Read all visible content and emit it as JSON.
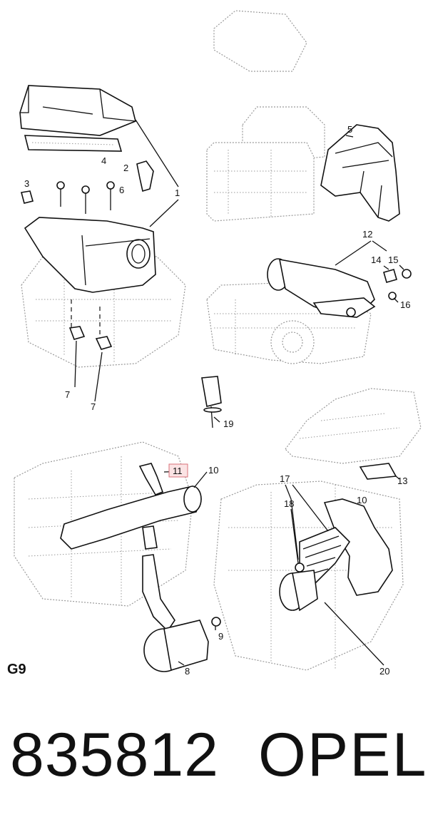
{
  "diagram": {
    "group_code": "G9",
    "callouts": {
      "c1": "1",
      "c2": "2",
      "c3": "3",
      "c4": "4",
      "c5": "5",
      "c6": "6",
      "c7a": "7",
      "c7b": "7",
      "c8": "8",
      "c9": "9",
      "c10a": "10",
      "c10b": "10",
      "c11": "11",
      "c12": "12",
      "c13": "13",
      "c14": "14",
      "c15": "15",
      "c16": "16",
      "c17": "17",
      "c18": "18",
      "c19": "19",
      "c20": "20"
    },
    "highlighted_callout": "11",
    "highlight_color": "#fbe3e4"
  },
  "footer": {
    "part_number": "835812",
    "brand": "OPEL"
  }
}
